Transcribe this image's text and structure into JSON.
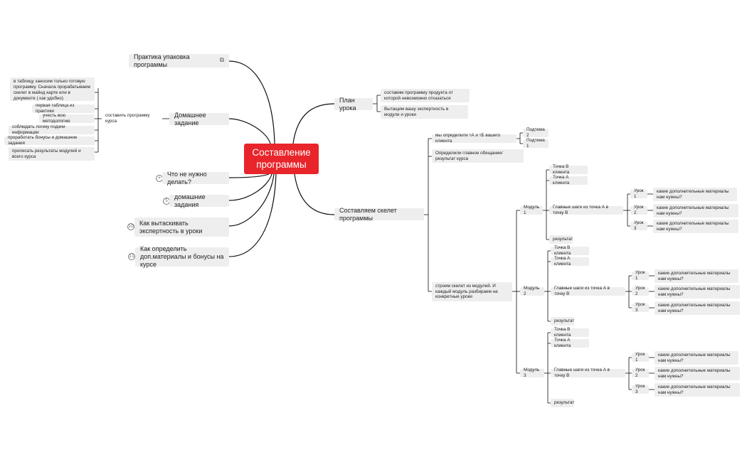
{
  "central": "Составление программы",
  "left": {
    "practice": "Практика упаковка программы",
    "homework": "Домашнее задание",
    "homework_sub": "составить программу курса",
    "homework_items": [
      "в таблицу заносим только готовую программу. Сначала прорабатываем скелет в майнд карте или в документе ( как удобно)",
      "первая таблица из практики",
      "учесть всю методологию",
      "соблюдать логику подачи информации",
      "проработать бонусы и домашние задания",
      "прописать результаты модулей и всего курса"
    ],
    "what_not": "Что не нужно делать?",
    "home_tasks": "домашние задания",
    "expertise": "Как вытаскивать экспертность в уроки",
    "materials": "Как определить доп.материалы и бонусы на курсе",
    "icon_what_not": "+",
    "icon_home_tasks": "5",
    "icon_expertise": "10",
    "icon_materials": "11"
  },
  "right": {
    "plan": "План урока",
    "plan_items": [
      "составим программу продукта от которой невозможно отказаться",
      "Вытащим вашу экспертность в модули и уроки"
    ],
    "skeleton": "Составляем скелет программы",
    "ta": "мы определили тА и тБ вашего клиента",
    "subtopics": [
      "Подтема 2",
      "Подтема 1"
    ],
    "promise": "Определили главное обещание/результат курса",
    "build": "строим скелет из модулей. И каждый модуль разбираем на конкретные уроки",
    "modules": [
      {
        "name": "Модуль 1",
        "point_b": "Точка В клиента",
        "point_a": "Точка А клиента",
        "steps": "Главные шаги из точка А в точку В",
        "result": "результат",
        "lessons": [
          {
            "name": "Урок 1",
            "q": "какие дополнительные материалы нам нужны?"
          },
          {
            "name": "Урок 2",
            "q": "какие дополнительные материалы нам нужны?"
          },
          {
            "name": "Урок 3",
            "q": "какие дополнительные материалы нам нужны?"
          }
        ]
      },
      {
        "name": "Модуль 2",
        "point_b": "Точка В клиента",
        "point_a": "Точка А клиента",
        "steps": "Главные шаги из точка А в точку В",
        "result": "результат",
        "lessons": [
          {
            "name": "Урок 1",
            "q": "какие дополнительные материалы нам нужны?"
          },
          {
            "name": "Урок 2",
            "q": "какие дополнительные материалы нам нужны?"
          },
          {
            "name": "Урок 3",
            "q": "какие дополнительные материалы нам нужны?"
          }
        ]
      },
      {
        "name": "Модуль 3",
        "point_b": "Точка В клиента",
        "point_a": "Точка А клиента",
        "steps": "Главные шаги из точка А в точку В",
        "result": "результат",
        "lessons": [
          {
            "name": "Урок 1",
            "q": "какие дополнительные материалы нам нужны?"
          },
          {
            "name": "Урок 2",
            "q": "какие дополнительные материалы нам нужны?"
          },
          {
            "name": "Урок 3",
            "q": "какие дополнительные материалы нам нужны?"
          }
        ]
      }
    ]
  },
  "colors": {
    "central": "#e8252b",
    "node": "#eeeeee",
    "line": "#111111"
  }
}
